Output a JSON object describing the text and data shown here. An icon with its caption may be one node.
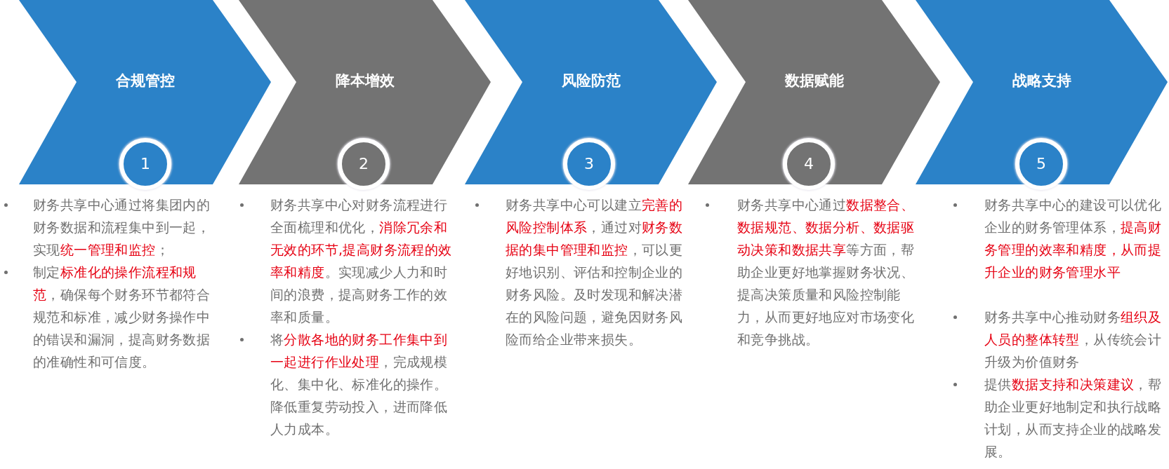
{
  "diagram": {
    "nodes": [
      {
        "text": [
          "合规管控"
        ]
      },
      {
        "text": [
          "1"
        ]
      },
      {
        "text": [
          "降本增效"
        ]
      },
      {
        "text": [
          "2"
        ]
      },
      {
        "text": [
          "风险防范"
        ]
      },
      {
        "text": [
          "3"
        ]
      },
      {
        "text": [
          "数据赋能"
        ]
      },
      {
        "text": [
          "4"
        ]
      },
      {
        "text": [
          "战略支持"
        ]
      },
      {
        "text": [
          "5"
        ]
      }
    ],
    "labels": [
      "财务共享中心通过将集团内的财务数据和流程集中到一起，实现**统一管理和监控**；",
      "制定**标准化的操作流程和规范**，确保每个财务环节都符合规范和标准，减少财务操作中的错误和漏洞，提高财务数据的准确性和可信度。",
      "财务共享中心对财务流程进行全面梳理和优化，**消除冗余和无效的环节,提高财务流程的效率和精度**。实现减少人力和时间的浪费，提高财务工作的效率和质量。",
      "将**分散各地的财务工作集中到一起进行作业处理**，完成规模化、集中化、标准化的操作。降低重复劳动投入，进而降低人力成本。",
      "财务共享中心可以建立**完善的风险控制体系**，通过对**财务数据的集中管理和监控**，可以更好地识别、评估和控制企业的财务风险。及时发现和解决潜在的风险问题，避免因财务风险而给企业带来损失。",
      "财务共享中心通过**数据整合、数据规范、数据分析、数据驱动决策和数据共享**等方面，帮助企业更好地掌握财务状况、提高决策质量和风险控制能力，从而更好地应对市场变化和竞争挑战。",
      "财务共享中心的建设可以优化企业的财务管理体系，**提高财务管理的效率和精度，从而提升企业的财务管理水平**",
      "财务共享中心推动财务**组织及人员的整体转型**，从传统会计升级为价值财务",
      "提供**数据支持和决策建议**，帮助企业更好地制定和执行战略计划，从而支持企业的战略发展。"
    ]
  }
}
